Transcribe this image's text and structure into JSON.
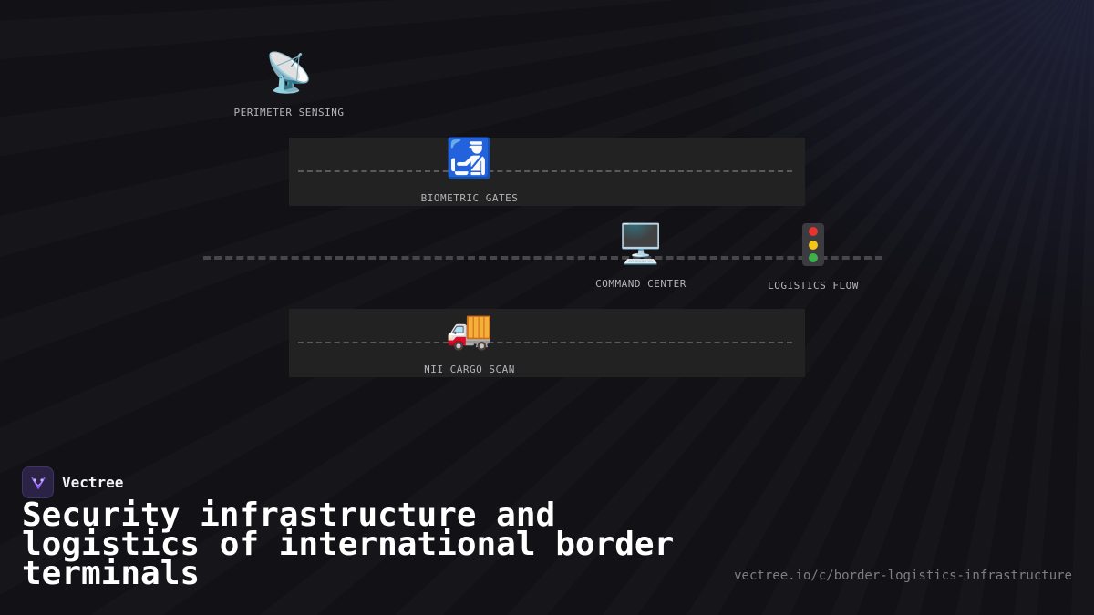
{
  "diagram": {
    "nodes": [
      {
        "id": "perimeter",
        "icon": "satellite-antenna-icon",
        "glyph": "📡",
        "label": "PERIMETER SENSING"
      },
      {
        "id": "biometric",
        "icon": "customs-officer-icon",
        "glyph": "🛃",
        "label": "BIOMETRIC GATES"
      },
      {
        "id": "command",
        "icon": "desktop-computer-icon",
        "glyph": "🖥️",
        "label": "COMMAND CENTER"
      },
      {
        "id": "logistics",
        "icon": "traffic-light-icon",
        "glyph": "🚦",
        "label": "LOGISTICS FLOW"
      },
      {
        "id": "cargo",
        "icon": "delivery-truck-icon",
        "glyph": "🚚",
        "label": "NII CARGO SCAN"
      }
    ],
    "traffic_light_colors": [
      "#e8342c",
      "#f5c518",
      "#3cb04a"
    ]
  },
  "brand": {
    "name": "Vectree",
    "logo_icon": "vectree-logo-icon",
    "accent": "#8b5cf6"
  },
  "headline": "Security infrastructure and logistics of international border terminals",
  "url": "vectree.io/c/border-logistics-infrastructure"
}
